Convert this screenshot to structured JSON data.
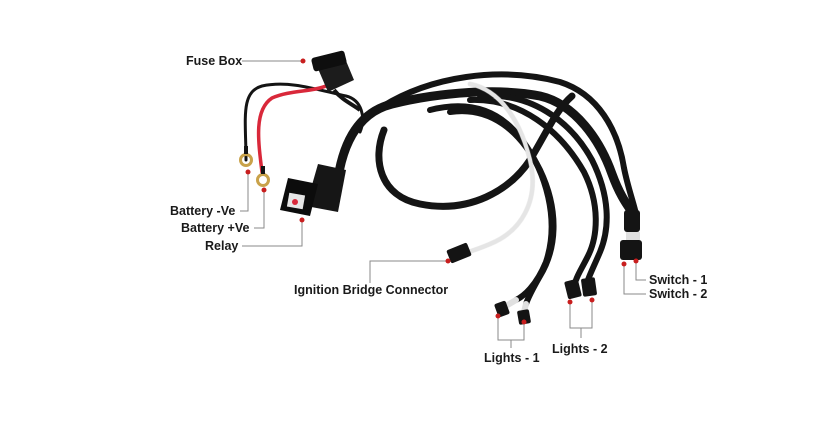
{
  "labels": {
    "fuse_box": "Fuse Box",
    "battery_neg": "Battery -Ve",
    "battery_pos": "Battery +Ve",
    "relay": "Relay",
    "ignition": "Ignition Bridge Connector",
    "lights_1": "Lights - 1",
    "lights_2": "Lights - 2",
    "switch_1": "Switch - 1",
    "switch_2": "Switch - 2"
  },
  "colors": {
    "harness": "#141414",
    "positive_wire": "#d9283a",
    "ignition_wire": "#f1f1f1",
    "leader_line": "#8a8a8a",
    "leader_dot": "#c81e1e",
    "terminal": "#c9a24a"
  }
}
